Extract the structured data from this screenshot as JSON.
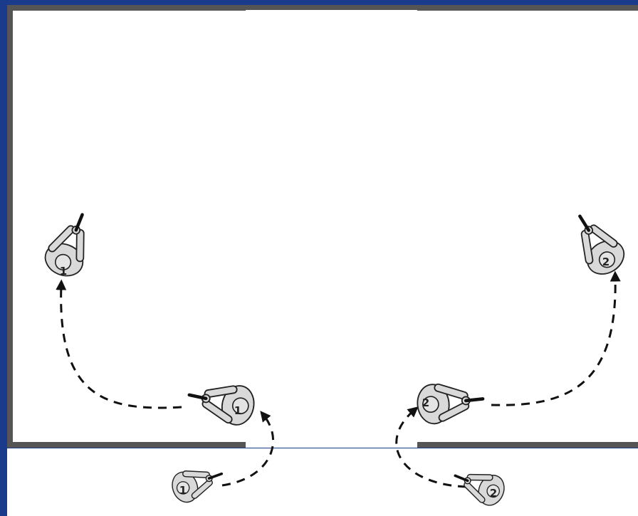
{
  "colors": {
    "background": "#1a3a8c",
    "room_fill": "#ffffff",
    "wall": "#555555",
    "figure_fill": "#d9d9d9",
    "figure_stroke": "#222222",
    "path": "#111111"
  },
  "figures": [
    {
      "id": "entry-1",
      "label": "1",
      "icon": "person-topdown-weapon-icon"
    },
    {
      "id": "mid-1",
      "label": "1",
      "icon": "person-topdown-weapon-icon"
    },
    {
      "id": "final-1",
      "label": "1",
      "icon": "person-topdown-weapon-icon"
    },
    {
      "id": "entry-2",
      "label": "2",
      "icon": "person-topdown-weapon-icon"
    },
    {
      "id": "mid-2",
      "label": "2",
      "icon": "person-topdown-weapon-icon"
    },
    {
      "id": "final-2",
      "label": "2",
      "icon": "person-topdown-weapon-icon"
    }
  ]
}
